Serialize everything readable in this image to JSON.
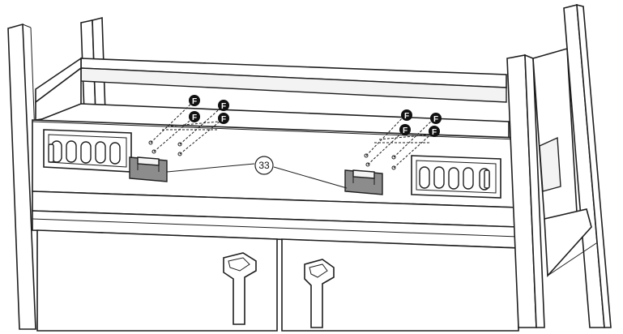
{
  "diagram": {
    "fastener_badges": [
      {
        "id": "f1",
        "label": "F"
      },
      {
        "id": "f2",
        "label": "F"
      },
      {
        "id": "f3",
        "label": "F"
      },
      {
        "id": "f4",
        "label": "F"
      },
      {
        "id": "f5",
        "label": "F"
      },
      {
        "id": "f6",
        "label": "F"
      },
      {
        "id": "f7",
        "label": "F"
      },
      {
        "id": "f8",
        "label": "F"
      }
    ],
    "part_callout": {
      "label": "33"
    }
  }
}
